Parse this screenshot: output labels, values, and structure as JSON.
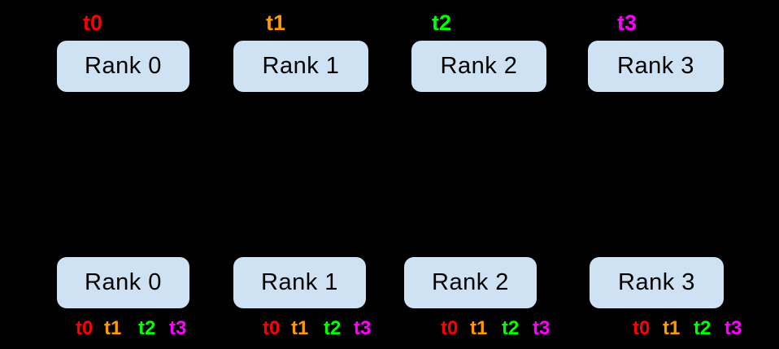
{
  "diagram": {
    "description": "all-gather communication pattern: per-rank tensors gathered to all ranks",
    "background": "#000000",
    "colors": {
      "t0": "#ff0000",
      "t1": "#ff9900",
      "t2": "#00ff00",
      "t3": "#ff00ff",
      "rank_box_fill": "#cfe2f3",
      "rank_box_text": "#000000"
    },
    "top_row": {
      "thread_labels": [
        "t0",
        "t1",
        "t2",
        "t3"
      ],
      "ranks": [
        "Rank 0",
        "Rank 1",
        "Rank 2",
        "Rank 3"
      ]
    },
    "bottom_row": {
      "ranks": [
        "Rank 0",
        "Rank 1",
        "Rank 2",
        "Rank 3"
      ],
      "thread_labels_per_rank": [
        [
          "t0",
          "t1",
          "t2",
          "t3"
        ],
        [
          "t0",
          "t1",
          "t2",
          "t3"
        ],
        [
          "t0",
          "t1",
          "t2",
          "t3"
        ],
        [
          "t0",
          "t1",
          "t2",
          "t3"
        ]
      ]
    }
  }
}
